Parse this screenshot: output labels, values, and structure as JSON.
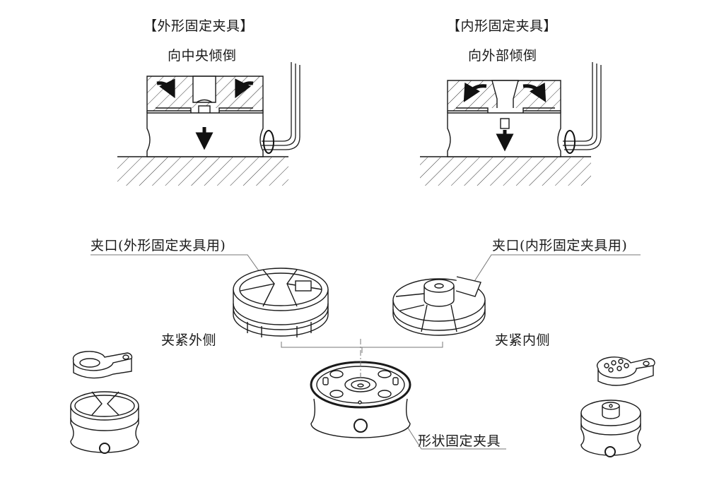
{
  "sections": {
    "external": {
      "title": "【外形固定夹具】",
      "motion": "向中央倾倒"
    },
    "internal": {
      "title": "【内形固定夹具】",
      "motion": "向外部倾倒"
    }
  },
  "callouts": {
    "jaw_external": "夹口(外形固定夹具用)",
    "jaw_internal": "夹口(内形固定夹具用)",
    "clamp_outside": "夹紧外侧",
    "clamp_inside": "夹紧内侧",
    "shape_fixture": "形状固定夹具"
  },
  "colors": {
    "line": "#1a1a1a",
    "hatch": "#333333",
    "leader": "#777777"
  }
}
